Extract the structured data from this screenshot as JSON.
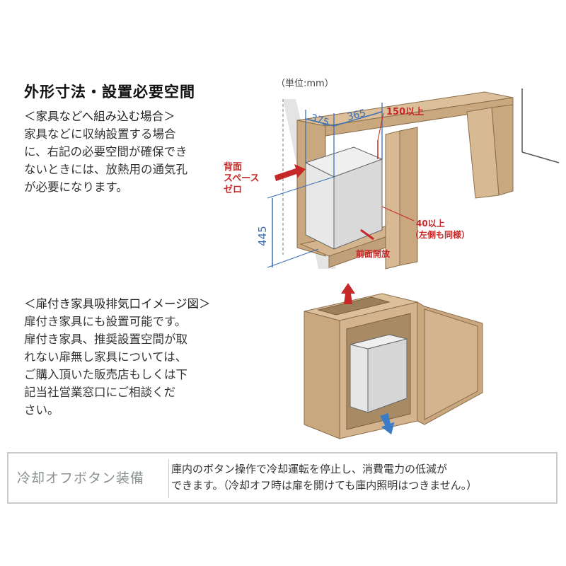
{
  "section1": {
    "title": "外形寸法・設置必要空間",
    "subtitle": "＜家具などへ組み込む場合＞",
    "body": [
      "家具などに収納設置する場合",
      "に、右記の必要空間が確保でき",
      "ないときには、放熱用の通気孔",
      "が必要になります。"
    ]
  },
  "diagram1": {
    "unit": "（単位:mm）",
    "dim_depth": "375",
    "dim_width": "365",
    "dim_height": "445",
    "dim_top": "150以上",
    "dim_side_line1": "40以上",
    "dim_side_line2": "（左側も同様）",
    "back_space": [
      "背面",
      "スペース",
      "ゼロ"
    ],
    "front_open": "前面開放"
  },
  "section2": {
    "subtitle": "＜扉付き家具吸排気口イメージ図＞",
    "body": [
      "扉付き家具にも設置可能です。",
      "扉付き家具、推奨設置空間が取",
      "れない扉無し家具については、",
      "ご購入頂いた販売店もしくは下",
      "記当社営業窓口にご相談くだ",
      "さい。"
    ]
  },
  "footer": {
    "title": "冷却オフボタン装備",
    "body": [
      "庫内のボタン操作で冷却運転を停止し、消費電力の低減が",
      "できます。（冷却オフ時は扉を開けても庫内照明はつきません。）"
    ]
  },
  "colors": {
    "wood": "#d4b48e",
    "wood_dark": "#bfa07a",
    "arrow_red": "#c62828",
    "arrow_blue": "#3a7cc8",
    "dim_blue": "#3b6fb5"
  }
}
